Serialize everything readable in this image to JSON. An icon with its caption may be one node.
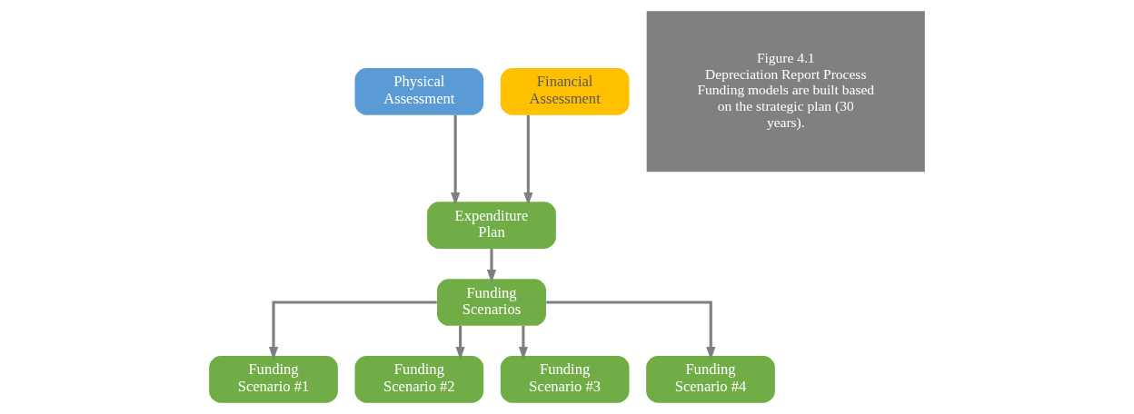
{
  "diagram": {
    "nodes": [
      {
        "text": [
          "Physical Assessment"
        ]
      },
      {
        "text": [
          "Financial Assessment"
        ]
      },
      {
        "text": [
          "Expenditure Plan"
        ]
      },
      {
        "text": [
          "Funding Scenarios"
        ]
      },
      {
        "text": [
          "Funding Scenario #1"
        ]
      },
      {
        "text": [
          "Funding Scenario #2"
        ]
      },
      {
        "text": [
          "Funding Scenario #3"
        ]
      },
      {
        "text": [
          "Funding Scenario #4"
        ]
      },
      {
        "text": [
          "Figure 4.1",
          "Depreciation Report Process",
          "Funding models are built based on the strategic plan (30 years)."
        ]
      }
    ],
    "edges": [
      {
        "from": 0,
        "to": 2,
        "arrow": "to"
      },
      {
        "from": 1,
        "to": 2,
        "arrow": "to"
      },
      {
        "from": 2,
        "to": 3,
        "arrow": "to"
      },
      {
        "from": 3,
        "to": 4,
        "arrow": "to"
      },
      {
        "from": 3,
        "to": 5,
        "arrow": "to"
      },
      {
        "from": 3,
        "to": 6,
        "arrow": "to"
      },
      {
        "from": 3,
        "to": 7,
        "arrow": "to"
      }
    ]
  }
}
